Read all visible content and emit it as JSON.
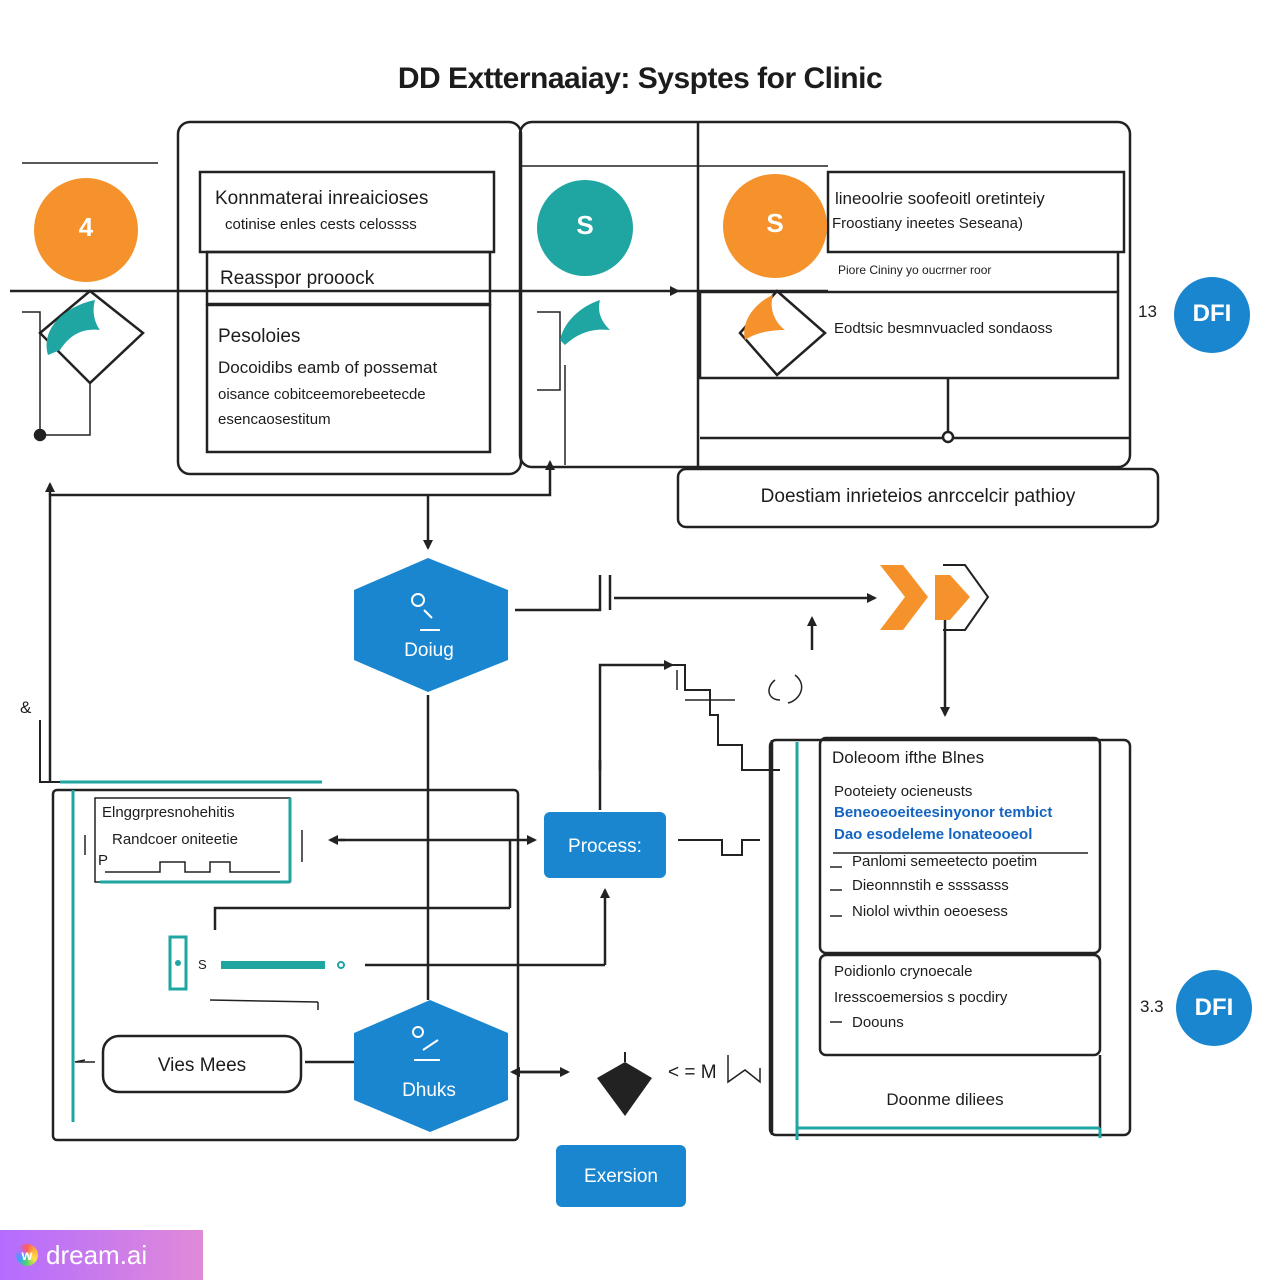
{
  "title": "DD Extternaaiay: Sysptes for Clinic",
  "colors": {
    "orange": "#f5922b",
    "teal": "#1fa5a2",
    "blue": "#1a86d0",
    "dark": "#222222"
  },
  "nodes": {
    "circle_left": "4",
    "circle_mid": "S",
    "circle_right": "S",
    "top_left_box": {
      "line1": "Konnmaterai inreaicioses",
      "line2": "cotinise enles cests celossss"
    },
    "mid_left_box": {
      "label": "Reasspor prooock"
    },
    "lower_left_box": {
      "heading": "Pesoloies",
      "line1": "Docoidibs eamb of possemat",
      "line2": "oisance cobitceemorebeetecde",
      "line3": "esencaosestitum"
    },
    "top_right_box": {
      "line1": "lineoolrie soofeoitl oretinteiy",
      "line2": "Froostiany ineetes Seseana)",
      "line3": "Piore Cininy yo oucrrner roor",
      "line4": "Eodtsic besmnvuacled sondaoss"
    },
    "decision_box": "Doestiam inrieteios anrccelcir pathioy",
    "hex_top": "Doiug",
    "hex_bottom": "Dhuks",
    "process": "Process:",
    "extension": "Exersion",
    "vies_mees": "Vies Mees",
    "left_panel": {
      "line1": "Elnggrpresnohehitis",
      "line2": "Randcoer oniteetie",
      "line3": "P"
    },
    "right_panel": {
      "heading": "Doleoom ifthe Blnes",
      "line1": "Pooteiety ocieneusts",
      "blue1": "Beneoeoeiteesinyonor tembict",
      "blue2": "Dao esodeleme lonateooeol",
      "item1": "Panlomi semeetecto poetim",
      "item2": "Dieonnnstih e ssssasss",
      "item3": "Niolol wivthin oeoesess"
    },
    "right_box2": {
      "line1": "Poidionlo crynoecale",
      "line2": "Iresscoemersios s pocdiry",
      "line3": "Doouns"
    },
    "right_box3": "Doonme diliees",
    "dfi_top": "DFI",
    "dfi_bottom": "DFI",
    "side_top": "13",
    "side_bottom": "3.3",
    "left_margin": "&",
    "slider_mark": "S",
    "formula": "< = M"
  },
  "watermark": "dream.ai"
}
